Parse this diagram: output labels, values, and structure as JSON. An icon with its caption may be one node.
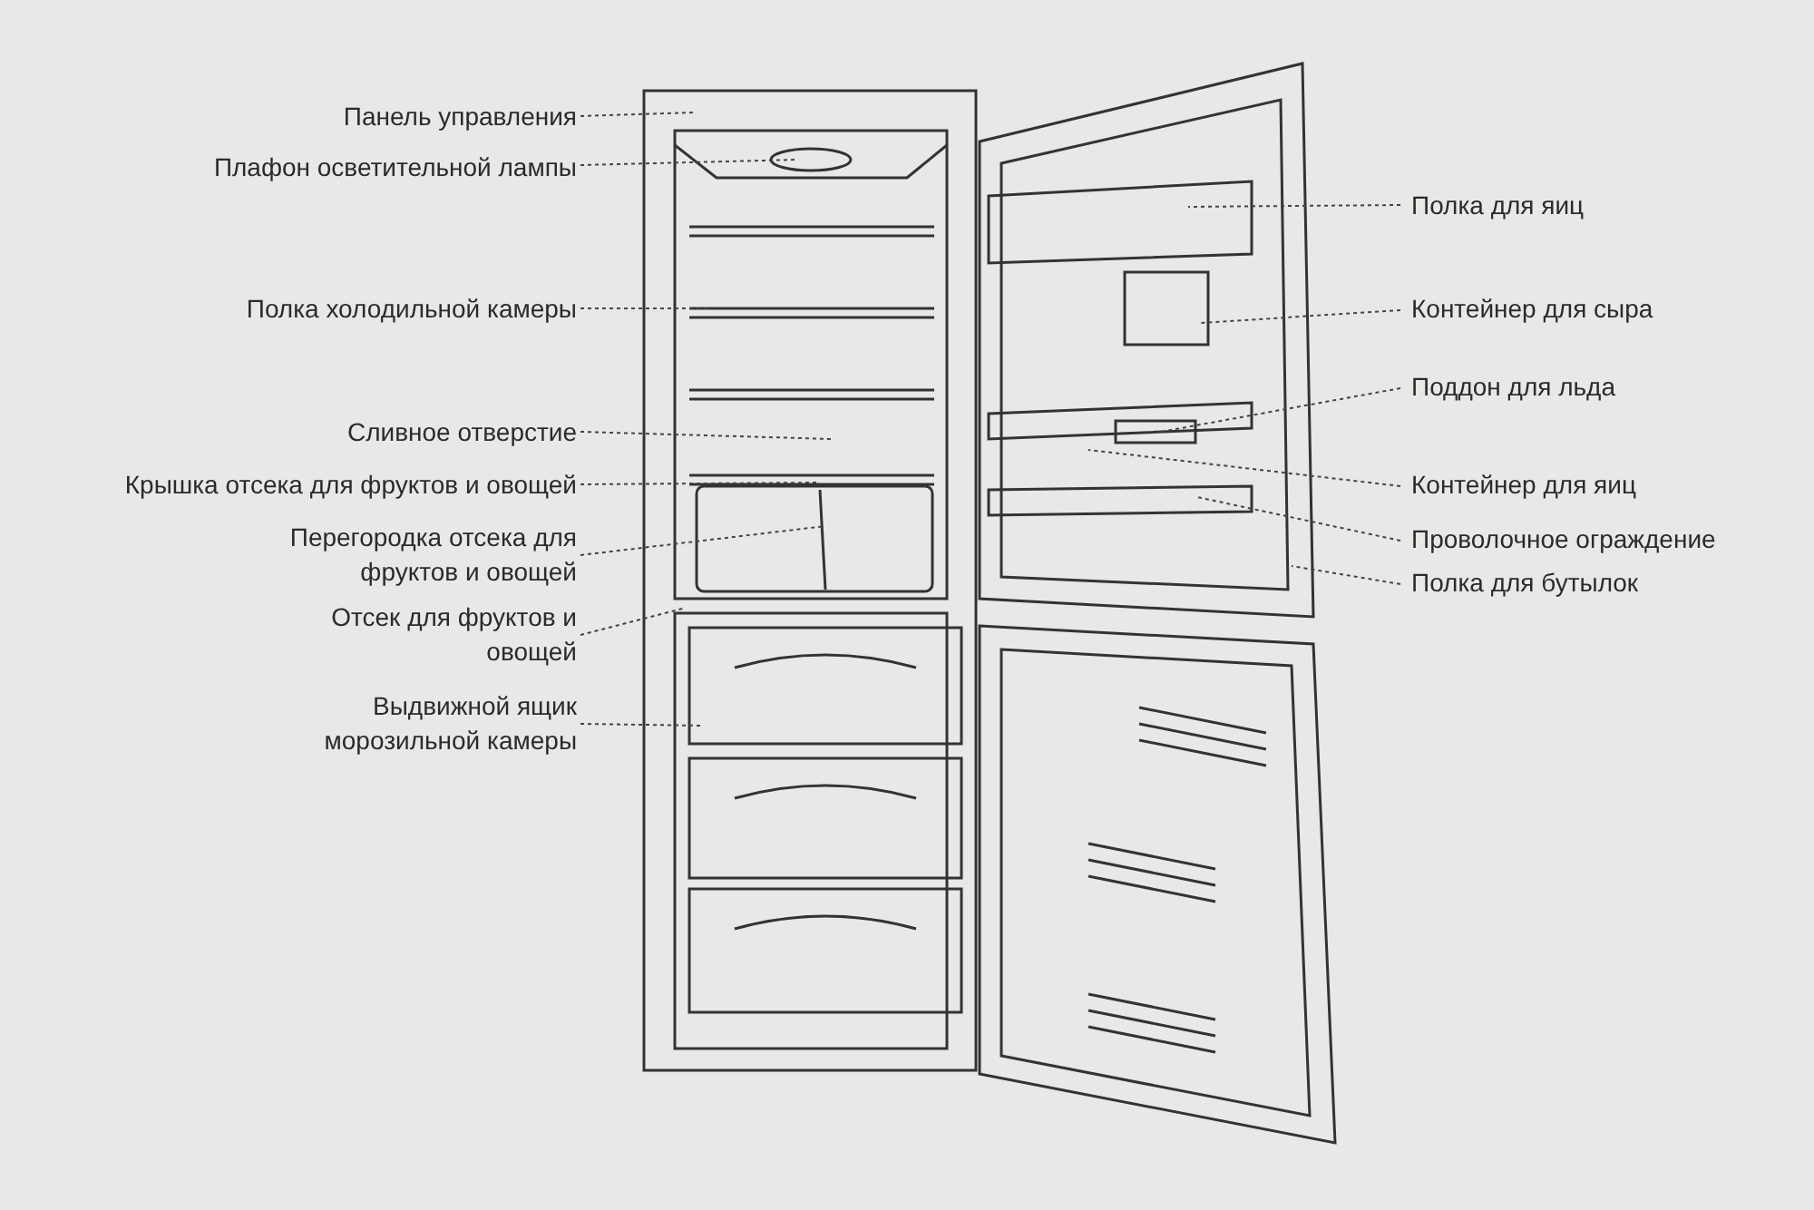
{
  "diagram": {
    "nodes": [
      {
        "text": [
          "Панель управления"
        ]
      },
      {
        "text": [
          "Плафон осветительной лампы"
        ]
      },
      {
        "text": [
          "Полка холодильной камеры"
        ]
      },
      {
        "text": [
          "Сливное отверстие"
        ]
      },
      {
        "text": [
          "Крышка отсека для фруктов и овощей"
        ]
      },
      {
        "text": [
          "Перегородка отсека для фруктов и овощей"
        ]
      },
      {
        "text": [
          "Отсек для фруктов и овощей"
        ]
      },
      {
        "text": [
          "Выдвижной ящик морозильной камеры"
        ]
      },
      {
        "text": [
          "Полка для яиц"
        ]
      },
      {
        "text": [
          "Контейнер для сыра"
        ]
      },
      {
        "text": [
          "Поддон для льда"
        ]
      },
      {
        "text": [
          "Контейнер для яиц"
        ]
      },
      {
        "text": [
          "Проволочное ограждение"
        ]
      },
      {
        "text": [
          "Полка для бутылок"
        ]
      }
    ],
    "edges": [
      {
        "from": 0,
        "to": null,
        "arrow": "none",
        "style": "dashed"
      },
      {
        "from": 1,
        "to": null,
        "arrow": "none",
        "style": "dashed"
      },
      {
        "from": 2,
        "to": null,
        "arrow": "none",
        "style": "dashed"
      },
      {
        "from": 3,
        "to": null,
        "arrow": "none",
        "style": "dashed"
      },
      {
        "from": 4,
        "to": null,
        "arrow": "none",
        "style": "dashed"
      },
      {
        "from": 5,
        "to": null,
        "arrow": "none",
        "style": "dashed"
      },
      {
        "from": 6,
        "to": null,
        "arrow": "none",
        "style": "dashed"
      },
      {
        "from": 7,
        "to": null,
        "arrow": "none",
        "style": "dashed"
      },
      {
        "from": 8,
        "to": null,
        "arrow": "none",
        "style": "dashed"
      },
      {
        "from": 9,
        "to": null,
        "arrow": "none",
        "style": "dashed"
      },
      {
        "from": 10,
        "to": null,
        "arrow": "none",
        "style": "dashed"
      },
      {
        "from": 11,
        "to": null,
        "arrow": "none",
        "style": "dashed"
      },
      {
        "from": 12,
        "to": null,
        "arrow": "none",
        "style": "dashed"
      },
      {
        "from": 13,
        "to": null,
        "arrow": "none",
        "style": "dashed"
      }
    ]
  }
}
